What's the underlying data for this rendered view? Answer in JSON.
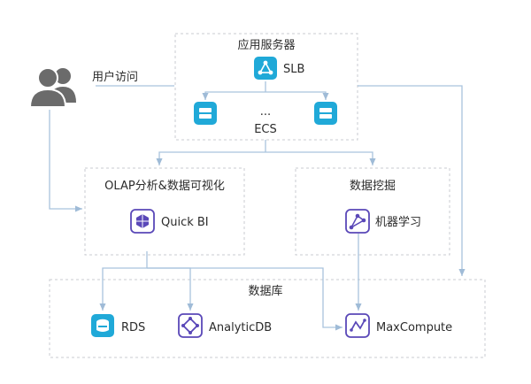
{
  "user": {
    "label": "用户访问"
  },
  "app_server": {
    "title": "应用服务器",
    "slb_label": "SLB",
    "ecs_dots": "...",
    "ecs_label": "ECS"
  },
  "olap": {
    "title": "OLAP分析&数据可视化",
    "quickbi_label": "Quick BI"
  },
  "mining": {
    "title": "数据挖掘",
    "ml_label": "机器学习"
  },
  "database": {
    "title": "数据库",
    "rds_label": "RDS",
    "analyticdb_label": "AnalyticDB",
    "maxcompute_label": "MaxCompute"
  },
  "colors": {
    "box_border": "#c8cbd0",
    "arrow": "#a9c3dd",
    "teal": "#20a9d8",
    "purple": "#5a48b8",
    "user": "#6b6b6b"
  }
}
